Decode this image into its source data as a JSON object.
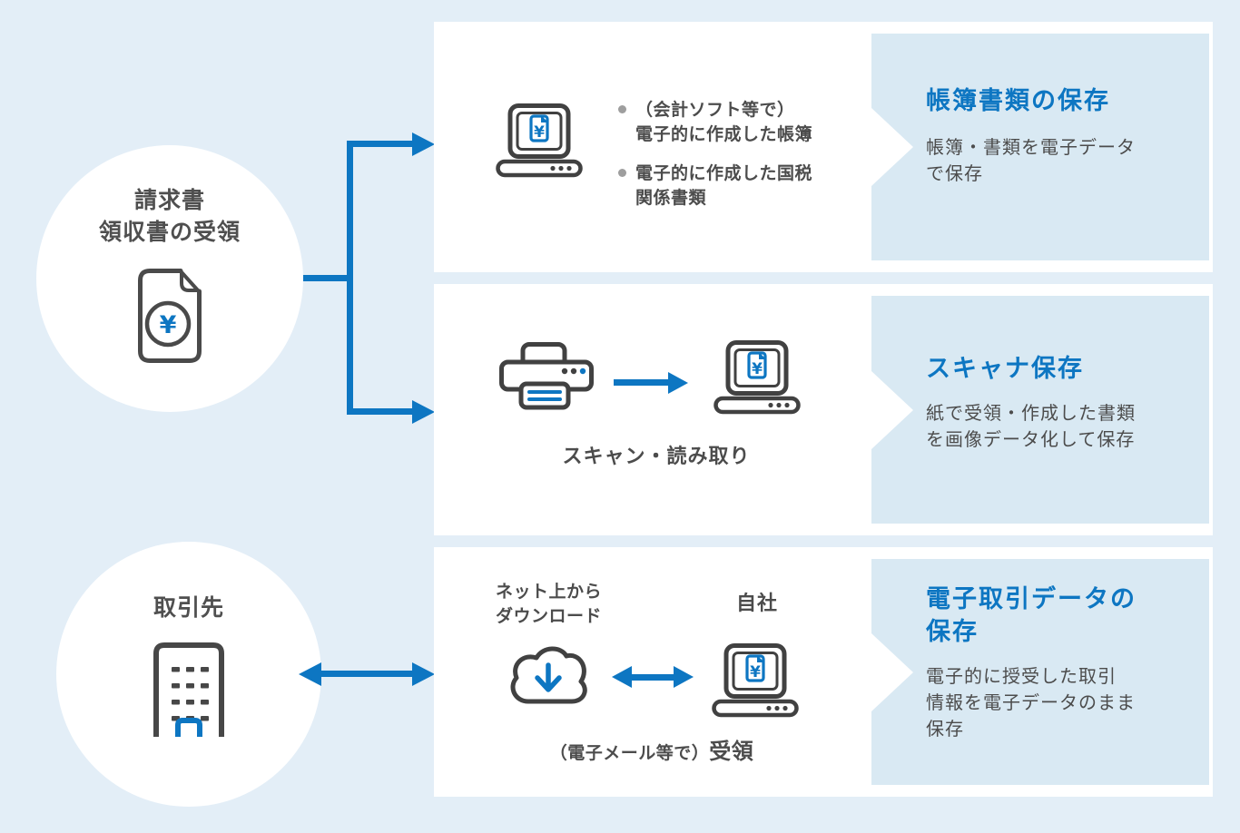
{
  "palette": {
    "page_background": "#e3eef7",
    "panel_background": "#ffffff",
    "result_background": "#d9e9f3",
    "accent_blue": "#0d76c2",
    "text_dark_gray": "#4c4c4c",
    "bullet_gray": "#9e9e9e"
  },
  "icons": {
    "yen": "¥"
  },
  "left": {
    "invoice_circle": {
      "label": "請求書\n領収書の受領",
      "icon": "invoice-document-icon"
    },
    "partner_circle": {
      "label": "取引先",
      "icon": "office-building-icon"
    }
  },
  "panels": {
    "books": {
      "bullets": [
        "（会計ソフト等で）\n電子的に作成した帳簿",
        "電子的に作成した国税\n関係書類"
      ],
      "title": "帳簿書類の保存",
      "description": "帳簿・書類を電子データ\nで保存"
    },
    "scanner": {
      "caption": "スキャン・読み取り",
      "title": "スキャナ保存",
      "description": "紙で受領・作成した書類\nを画像データ化して保存"
    },
    "etransaction": {
      "cloud_label": "ネット上から\nダウンロード",
      "company_label": "自社",
      "caption_prefix": "（電子メール等で）",
      "caption_emphasis": "受領",
      "title": "電子取引データの\n保存",
      "description": "電子的に授受した取引\n情報を電子データのまま\n保存"
    }
  }
}
